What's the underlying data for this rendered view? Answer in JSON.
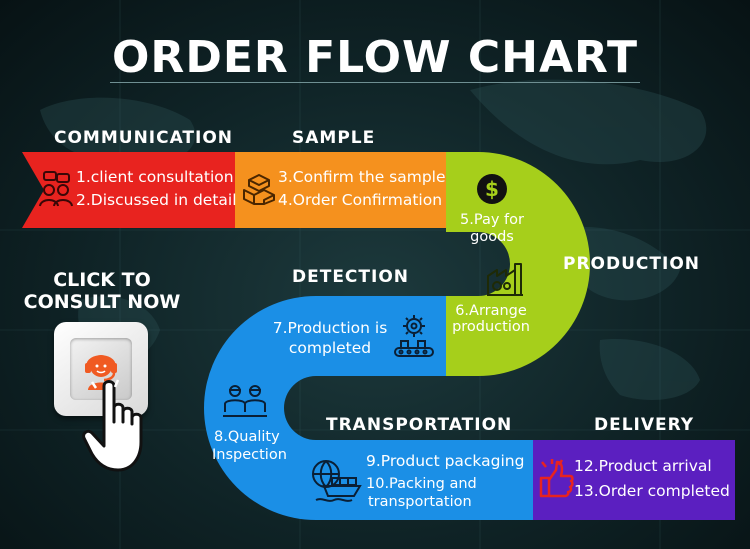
{
  "header": {
    "title": "ORDER FLOW CHART"
  },
  "stages": {
    "communication": "COMMUNICATION",
    "sample": "SAMPLE",
    "production": "PRODUCTION",
    "detection": "DETECTION",
    "transportation": "TRANSPORTATION",
    "delivery": "DELIVERY"
  },
  "steps": {
    "s1": "1.client consultation",
    "s2": "2.Discussed in detail",
    "s3": "3.Confirm the sample",
    "s4": "4.Order Confirmation",
    "s5a": "5.Pay for",
    "s5b": "goods",
    "s6a": "6.Arrange",
    "s6b": "production",
    "s7a": "7.Production is",
    "s7b": "completed",
    "s8a": "8.Quality",
    "s8b": "Inspection",
    "s9": "9.Product packaging",
    "s10a": "10.Packing and",
    "s10b": "transportation",
    "s12": "12.Product arrival",
    "s13": "13.Order completed"
  },
  "cta": {
    "line1": "CLICK TO",
    "line2": "CONSULT NOW"
  },
  "colors": {
    "red": "#e8231f",
    "orange": "#f5911e",
    "green": "#a6cf1b",
    "blue": "#1b8fe6",
    "purple": "#5b1fc0"
  },
  "icons": [
    "chat-people-icon",
    "boxes-icon",
    "dollar-icon",
    "factory-icon",
    "gear-conveyor-icon",
    "inspectors-icon",
    "cargo-ship-icon",
    "thumbs-up-icon",
    "headset-agent-icon",
    "pointing-hand-icon"
  ]
}
